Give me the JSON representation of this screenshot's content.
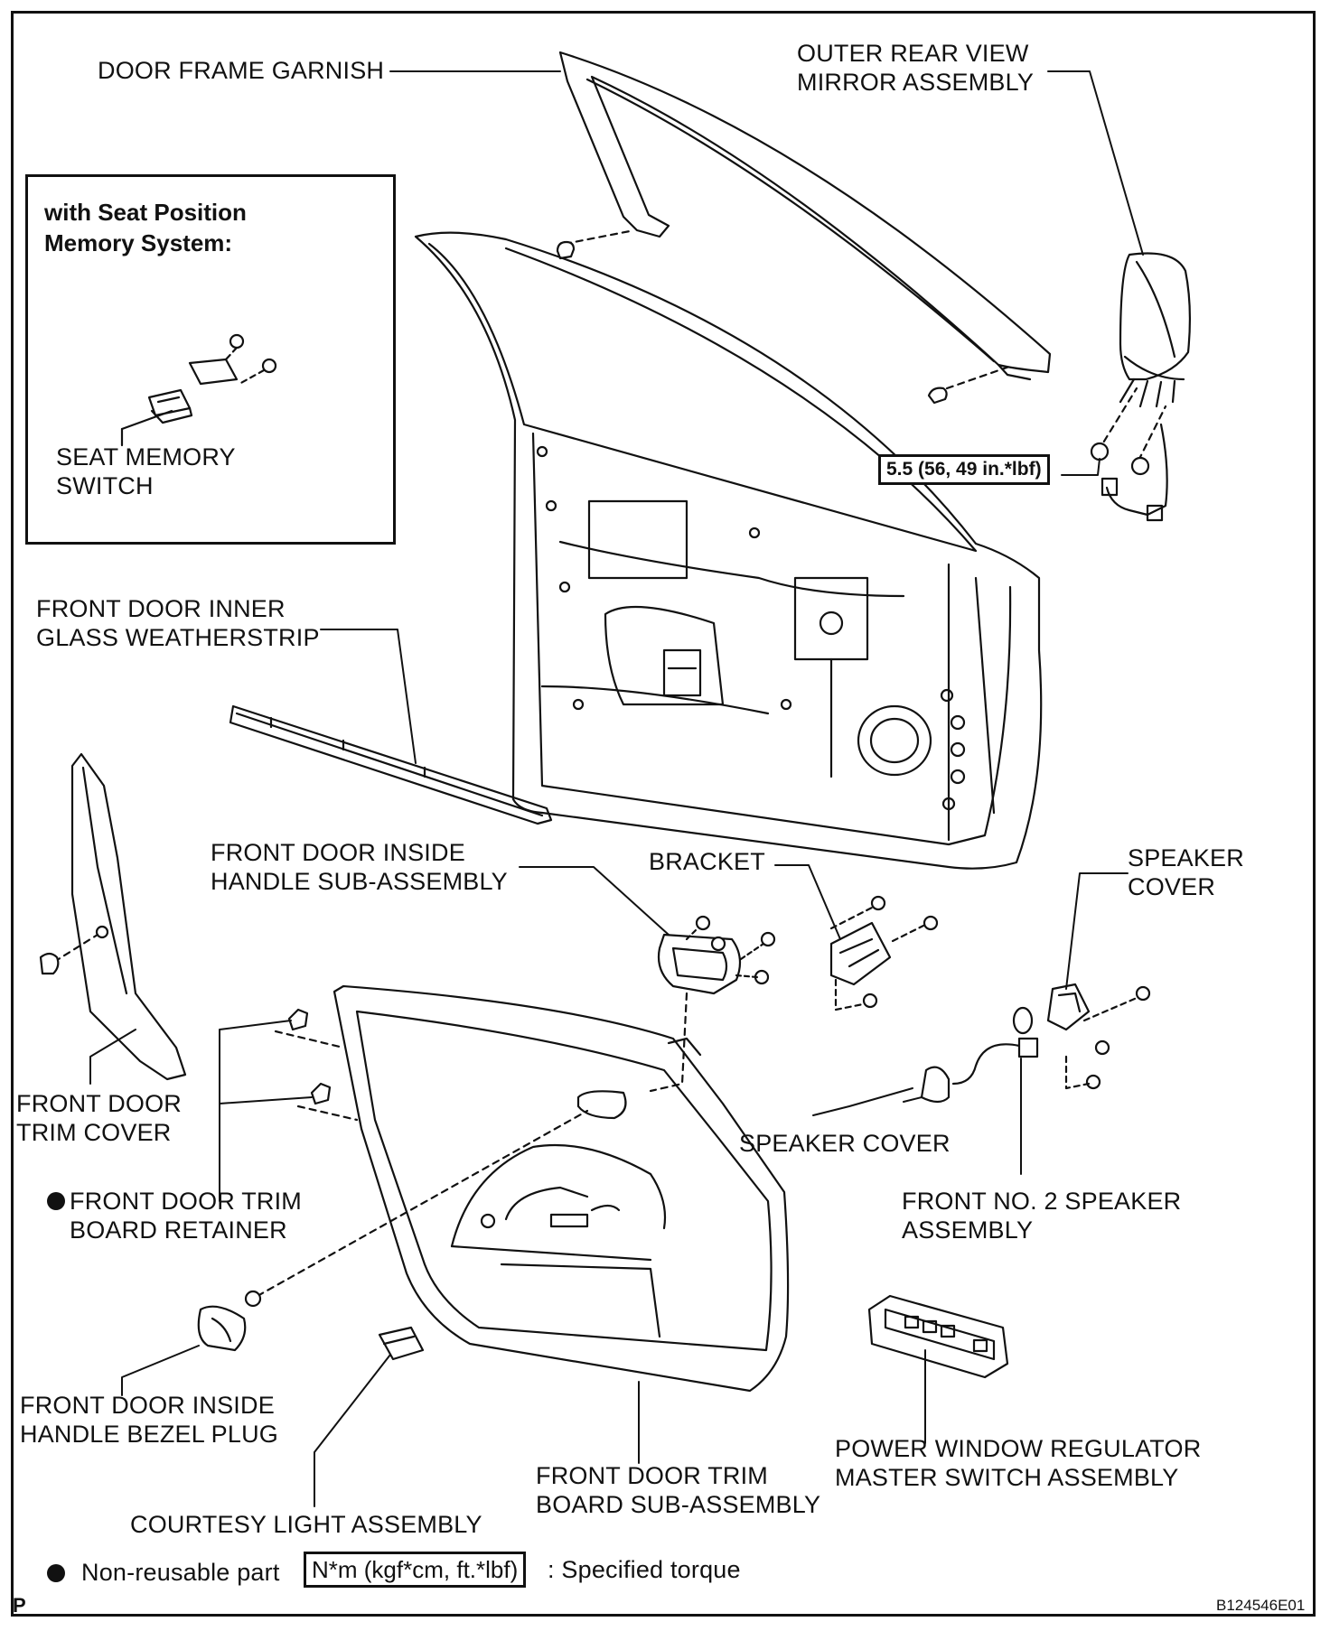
{
  "labels": {
    "door_frame_garnish": "DOOR FRAME GARNISH",
    "outer_mirror_1": "OUTER REAR VIEW",
    "outer_mirror_2": "MIRROR ASSEMBLY",
    "inset_title_1": "with Seat Position",
    "inset_title_2": "Memory System:",
    "seat_memory_1": "SEAT MEMORY",
    "seat_memory_2": "SWITCH",
    "torque_value": "5.5 (56, 49 in.*lbf)",
    "inner_ws_1": "FRONT DOOR INNER",
    "inner_ws_2": "GLASS WEATHERSTRIP",
    "inside_handle_1": "FRONT DOOR INSIDE",
    "inside_handle_2": "HANDLE SUB-ASSEMBLY",
    "bracket": "BRACKET",
    "speaker_cover_top_1": "SPEAKER",
    "speaker_cover_top_2": "COVER",
    "trim_cover_1": "FRONT DOOR",
    "trim_cover_2": "TRIM COVER",
    "speaker_cover": "SPEAKER COVER",
    "retainer_1": "FRONT DOOR TRIM",
    "retainer_2": "BOARD RETAINER",
    "speaker_1": "FRONT NO. 2 SPEAKER",
    "speaker_2": "ASSEMBLY",
    "bezel_plug_1": "FRONT DOOR INSIDE",
    "bezel_plug_2": "HANDLE BEZEL PLUG",
    "pw_switch_1": "POWER WINDOW REGULATOR",
    "pw_switch_2": "MASTER SWITCH ASSEMBLY",
    "trim_board_1": "FRONT DOOR TRIM",
    "trim_board_2": "BOARD SUB-ASSEMBLY",
    "courtesy_light": "COURTESY LIGHT ASSEMBLY"
  },
  "legend": {
    "non_reusable": "Non-reusable part",
    "torque_format": "N*m (kgf*cm, ft.*lbf)",
    "specified_torque": ": Specified torque"
  },
  "footer": {
    "page_letter": "P",
    "figure_code": "B124546E01"
  }
}
